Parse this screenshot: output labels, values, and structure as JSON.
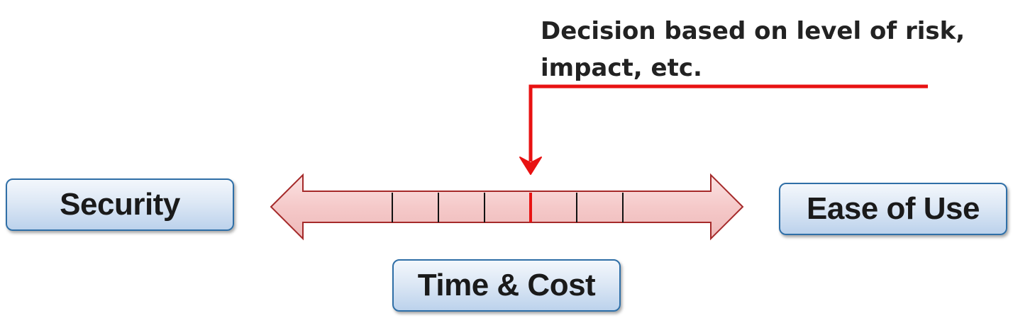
{
  "annotation": {
    "line1": "Decision based on level of risk,",
    "line2": "impact, etc."
  },
  "boxes": {
    "left": "Security",
    "right": "Ease of Use",
    "bottom": "Time & Cost"
  },
  "scale": {
    "tick_count": 6,
    "highlighted_tick_index": 3,
    "colors": {
      "arrow_fill": "#f5c9c9",
      "arrow_stroke": "#a52a2a",
      "tick": "#111111",
      "decision": "#e81212",
      "box_border": "#2f6fa7"
    }
  }
}
